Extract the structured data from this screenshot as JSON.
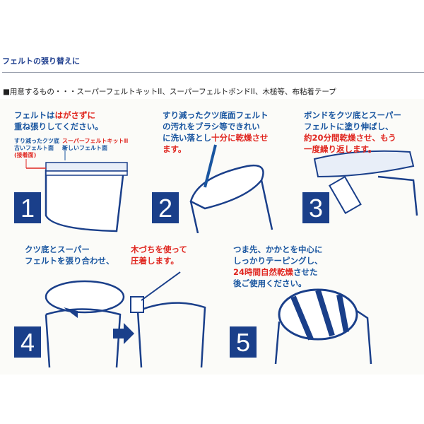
{
  "header": {
    "title": "フェルトの張り替えに",
    "items_line": "■用意するもの・・・スーパーフェルトキットII、スーパーフェルトボンドII、木槌等、布粘着テープ"
  },
  "steps": [
    {
      "number": "1",
      "text_a": "フェルトは",
      "text_red": "はがさずに",
      "text_b": "重ね張りしてください。",
      "label_old_1": "すり減ったクツ底",
      "label_old_2": "古いフェルト面",
      "label_old_3": "(接着面)",
      "label_new_1": "スーパーフェルトキットII",
      "label_new_2": "新しいフェルト面"
    },
    {
      "number": "2",
      "line1": "すり減ったクツ底面フェルト",
      "line2": "の汚れをブラシ等できれい",
      "line3a": "に洗い落とし",
      "line3red": "十分に乾燥させ",
      "line4red": "ます。"
    },
    {
      "number": "3",
      "line1": "ボンドをクツ底とスーパー",
      "line2": "フェルトに塗り伸ばし、",
      "line3red": "約20分間乾燥させ、もう",
      "line4red": "一度繰り返します。"
    },
    {
      "number": "4",
      "line1": "クツ底とスーパー",
      "line2": "フェルトを張り合わせ、",
      "red1": "木づちを使って",
      "red2": "圧着します。"
    },
    {
      "number": "5",
      "line1": "つま先、かかとを中心に",
      "line2": "しっかりテーピングし、",
      "line3red": "24時間自然乾燥",
      "line3b": "させた",
      "line4": "後ご使用ください。"
    }
  ],
  "colors": {
    "blue": "#1a56a0",
    "navy": "#1a3f8a",
    "red": "#e0261f"
  }
}
